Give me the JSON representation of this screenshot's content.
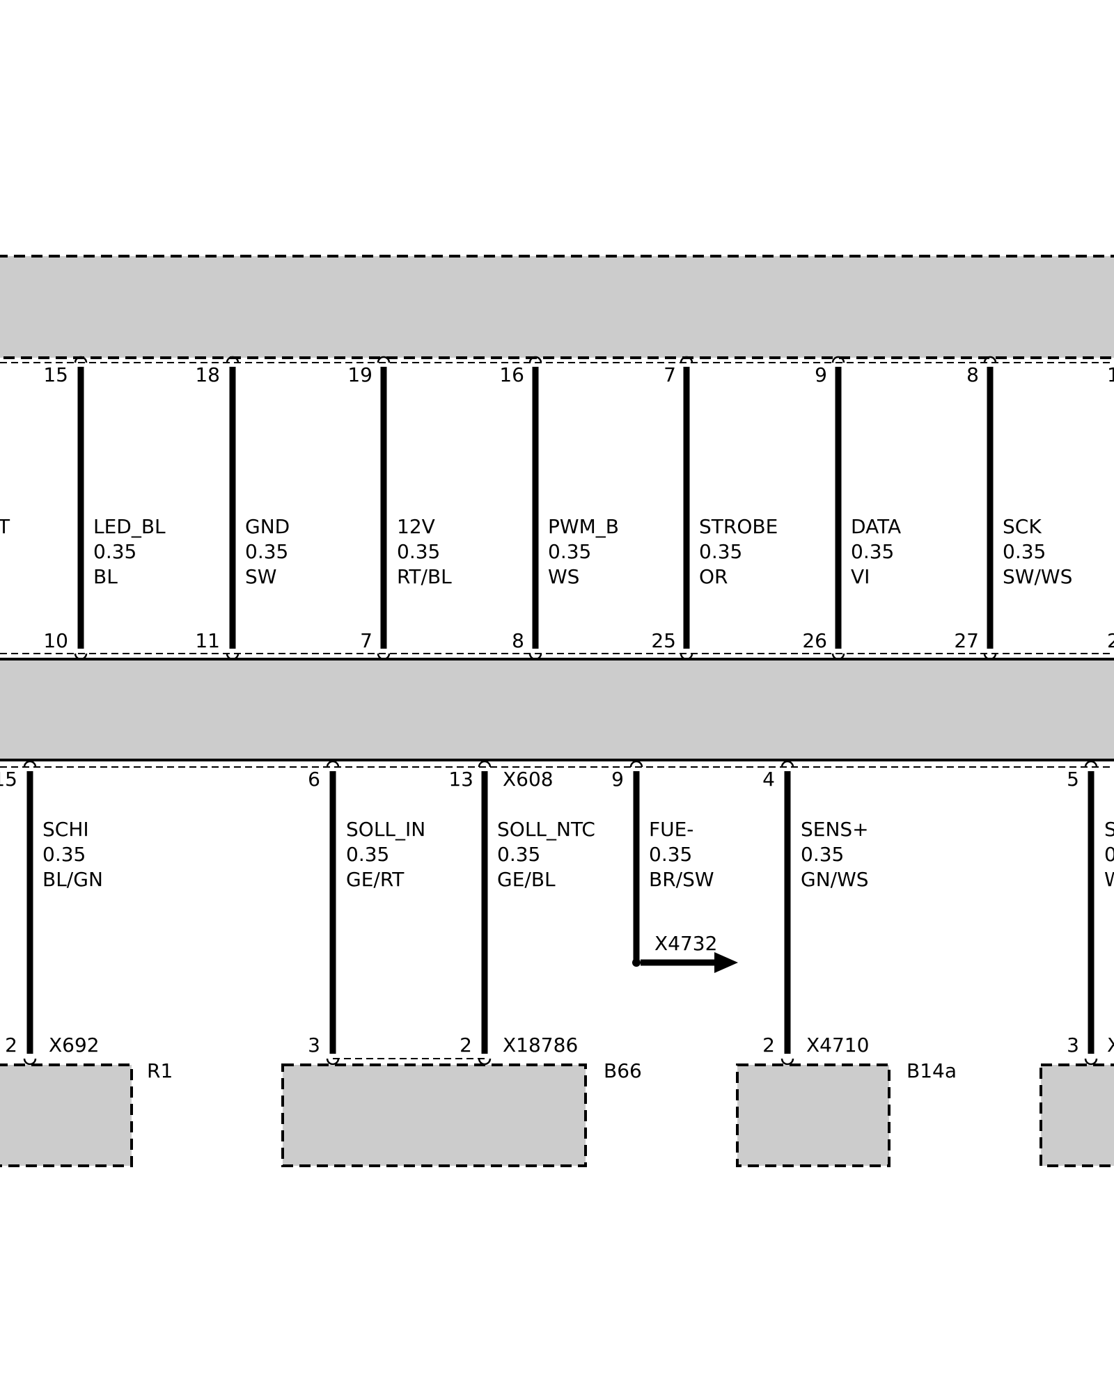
{
  "upper_wires": [
    {
      "name": "",
      "size": "",
      "color": "T",
      "top_pin": "",
      "bottom_pin": ""
    },
    {
      "name": "LED_BL",
      "size": "0.35",
      "color": "BL",
      "top_pin": "15",
      "bottom_pin": "10"
    },
    {
      "name": "GND",
      "size": "0.35",
      "color": "SW",
      "top_pin": "18",
      "bottom_pin": "11"
    },
    {
      "name": "12V",
      "size": "0.35",
      "color": "RT/BL",
      "top_pin": "19",
      "bottom_pin": "7"
    },
    {
      "name": "PWM_B",
      "size": "0.35",
      "color": "WS",
      "top_pin": "16",
      "bottom_pin": "8"
    },
    {
      "name": "STROBE",
      "size": "0.35",
      "color": "OR",
      "top_pin": "7",
      "bottom_pin": "25"
    },
    {
      "name": "DATA",
      "size": "0.35",
      "color": "VI",
      "top_pin": "9",
      "bottom_pin": "26"
    },
    {
      "name": "SCK",
      "size": "0.35",
      "color": "SW/WS",
      "top_pin": "8",
      "bottom_pin": "27"
    },
    {
      "name": "",
      "size": "",
      "color": "",
      "top_pin": "1",
      "bottom_pin": "2"
    }
  ],
  "lower_wires": [
    {
      "name": "SCHI",
      "size": "0.35",
      "color": "BL/GN",
      "top_pin": "15",
      "bottom_pin": "2",
      "connector": "X692"
    },
    {
      "name": "SOLL_IN",
      "size": "0.35",
      "color": "GE/RT",
      "top_pin": "6",
      "bottom_pin": "3",
      "connector": ""
    },
    {
      "name": "SOLL_NTC",
      "size": "0.35",
      "color": "GE/BL",
      "top_pin": "13",
      "bottom_pin": "2",
      "connector": "X18786"
    },
    {
      "name": "FUE-",
      "size": "0.35",
      "color": "BR/SW",
      "top_pin": "9",
      "bottom_pin": "",
      "connector": ""
    },
    {
      "name": "SENS+",
      "size": "0.35",
      "color": "GN/WS",
      "top_pin": "4",
      "bottom_pin": "2",
      "connector": "X4710"
    },
    {
      "name": "S",
      "size": "0",
      "color": "W",
      "top_pin": "5",
      "bottom_pin": "3",
      "connector": "X"
    }
  ],
  "connector_x608": "X608",
  "connector_x4732": "X4732",
  "components": {
    "r1": "R1",
    "b66": "B66",
    "b14a": "B14a"
  }
}
